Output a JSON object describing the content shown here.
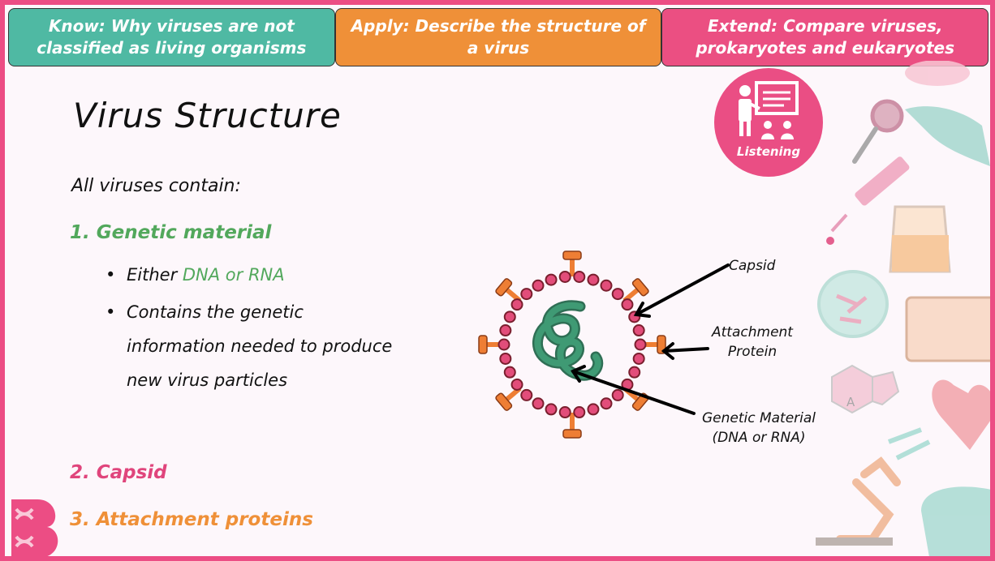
{
  "objectives": {
    "know": "Know: Why viruses are not classified as living organisms",
    "apply": "Apply: Describe the structure of a virus",
    "extend": "Extend: Compare viruses, prokaryotes and eukaryotes"
  },
  "title": "Virus Structure",
  "intro": "All viruses contain:",
  "sections": {
    "genetic": "1. Genetic material",
    "bullet1_prefix": "Either ",
    "bullet1_highlight": "DNA or RNA",
    "bullet2_line1": "Contains the genetic",
    "bullet2_line2": "information needed to produce",
    "bullet2_line3": "new virus particles",
    "capsid": "2. Capsid",
    "attachment": "3. Attachment proteins"
  },
  "diagram_labels": {
    "capsid": "Capsid",
    "attachment_line1": "Attachment",
    "attachment_line2": "Protein",
    "genetic_line1": "Genetic Material",
    "genetic_line2": "(DNA or RNA)"
  },
  "badge": {
    "label": "Listening",
    "icon": "teacher-presentation-icon"
  },
  "deco_atom_letter": "A",
  "colors": {
    "know": "#4fb9a3",
    "apply": "#ef9038",
    "extend": "#eb4f82",
    "green": "#52a85c",
    "pink": "#e0457c",
    "orange": "#ef9038",
    "capsid_bead": "#e24d7a",
    "capsid_ring": "#7a1f2e",
    "spike": "#ee7e34",
    "genome": "#3b8f6a"
  }
}
